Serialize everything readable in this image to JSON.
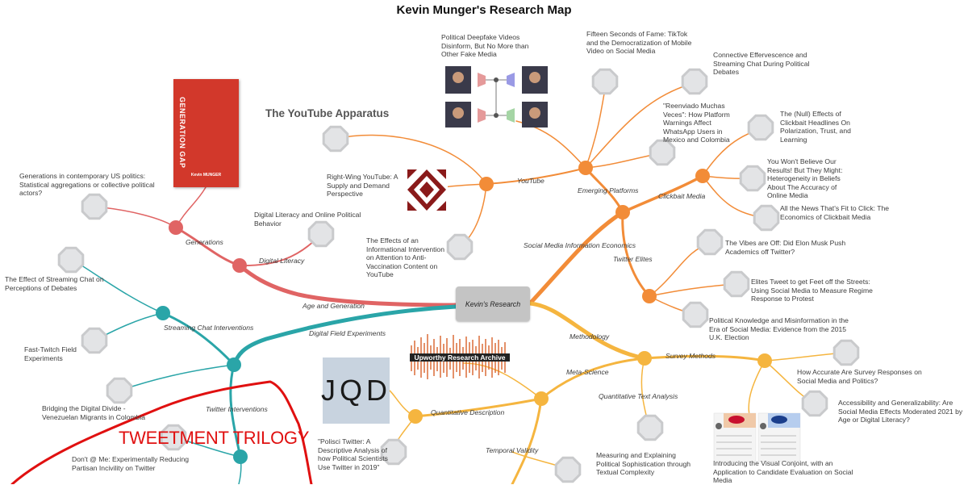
{
  "title": "Kevin Munger's Research Map",
  "center": "Kevin's Research",
  "section_heading": "The YouTube Apparatus",
  "annotation": "TWEETMENT TRILOGY",
  "book": {
    "title": "GENERATION GAP",
    "author": "Kevin MUNGER"
  },
  "logos": {
    "jqd": "JQD",
    "upworthy": "Upworthy Research Archive"
  },
  "branches": {
    "youtube": "YouTube",
    "emerging_platforms": "Emerging Platforms",
    "clickbait_media": "Clickbait Media",
    "social_media_info_econ": "Social Media Information Economics",
    "twitter_elites": "Twitter Elites",
    "methodology": "Methodology",
    "survey_methods": "Survey Methods",
    "meta_science": "Meta-Science",
    "quantitative_text_analysis": "Quantitative Text Analysis",
    "quantitative_description": "Quantitative Description",
    "temporal_validity": "Temporal Validity",
    "generations": "Generations",
    "digital_literacy": "Digital Literacy",
    "age_and_generation": "Age and Generation",
    "digital_field_experiments": "Digital Field Experiments",
    "streaming_chat_interventions": "Streaming Chat Interventions",
    "twitter_interventions": "Twitter Interventions"
  },
  "papers": {
    "deepfake": "Political Deepfake Videos Disinform, But No More than Other Fake Media",
    "tiktok": "Fifteen Seconds of Fame:  TikTok and the Democratization of Mobile Video on Social Media",
    "streaming_effervescence": "Connective Effervescence and Streaming Chat During Political Debates",
    "reenviado": "\"Reenviado Muchas Veces\": How Platform Warnings Affect WhatsApp Users in Mexico and Colombia",
    "null_clickbait": "The (Null) Effects of Clickbait Headlines On Polarization, Trust, and Learning",
    "wont_believe": "You Won't Believe Our Results! But They Might: Heterogeneity in Beliefs About The Accuracy of Online Media",
    "all_news": "All the News That's Fit to Click: The Economics of Clickbait Media",
    "vibes_off": "The Vibes are Off: Did Elon Musk Push Academics off Twitter?",
    "elites_tweet": "Elites Tweet to get Feet off the Streets: Using Social Media to Measure Regime Response to Protest",
    "political_knowledge": "Political Knowledge and Misinformation in the Era of Social Media: Evidence from the 2015 U.K. Election",
    "survey_responses": "How Accurate Are Survey Responses on Social Media and Politics?",
    "accessibility": "Accessibility and Generalizability: Are Social Media Effects Moderated 2021 by Age or Digital Literacy?",
    "visual_conjoint": "Introducing the Visual Conjoint, with an Application to Candidate Evaluation on Social Media",
    "measuring_sophistication": "Measuring and Explaining Political Sophistication through Textual Complexity",
    "right_wing_youtube": "Right-Wing YouTube: A Supply and Demand Perspective",
    "anti_vax": "The Effects of an Informational Intervention on Attention to Anti-Vaccination Content on YouTube",
    "generations_politics": "Generations in contemporary US politics: Statistical aggregations or collective political actors?",
    "digital_literacy_paper": "Digital Literacy and Online Political Behavior",
    "streaming_chat_debates": "The Effect of Streaming Chat on Perceptions of Debates",
    "fast_twitch": "Fast-Twitch Field Experiments",
    "bridging_divide": "Bridging the Digital Divide - Venezuelan Migrants in Colombia",
    "dont_at_me": "Don't @ Me: Experimentally Reducing Partisan Incivility on Twitter",
    "polisci_twitter": "\"Polisci Twitter: A Descriptive Analysis of how Political Scientists Use Twitter in 2019\""
  },
  "colors": {
    "orange": "#f28c38",
    "yellow": "#f5b53f",
    "red": "#e06464",
    "teal": "#2aa5a8",
    "center_box": "#c4c4c4",
    "octagon_fill": "#e3e4e6",
    "octagon_stroke": "#c9cacc",
    "annotation_red": "#e01010"
  }
}
